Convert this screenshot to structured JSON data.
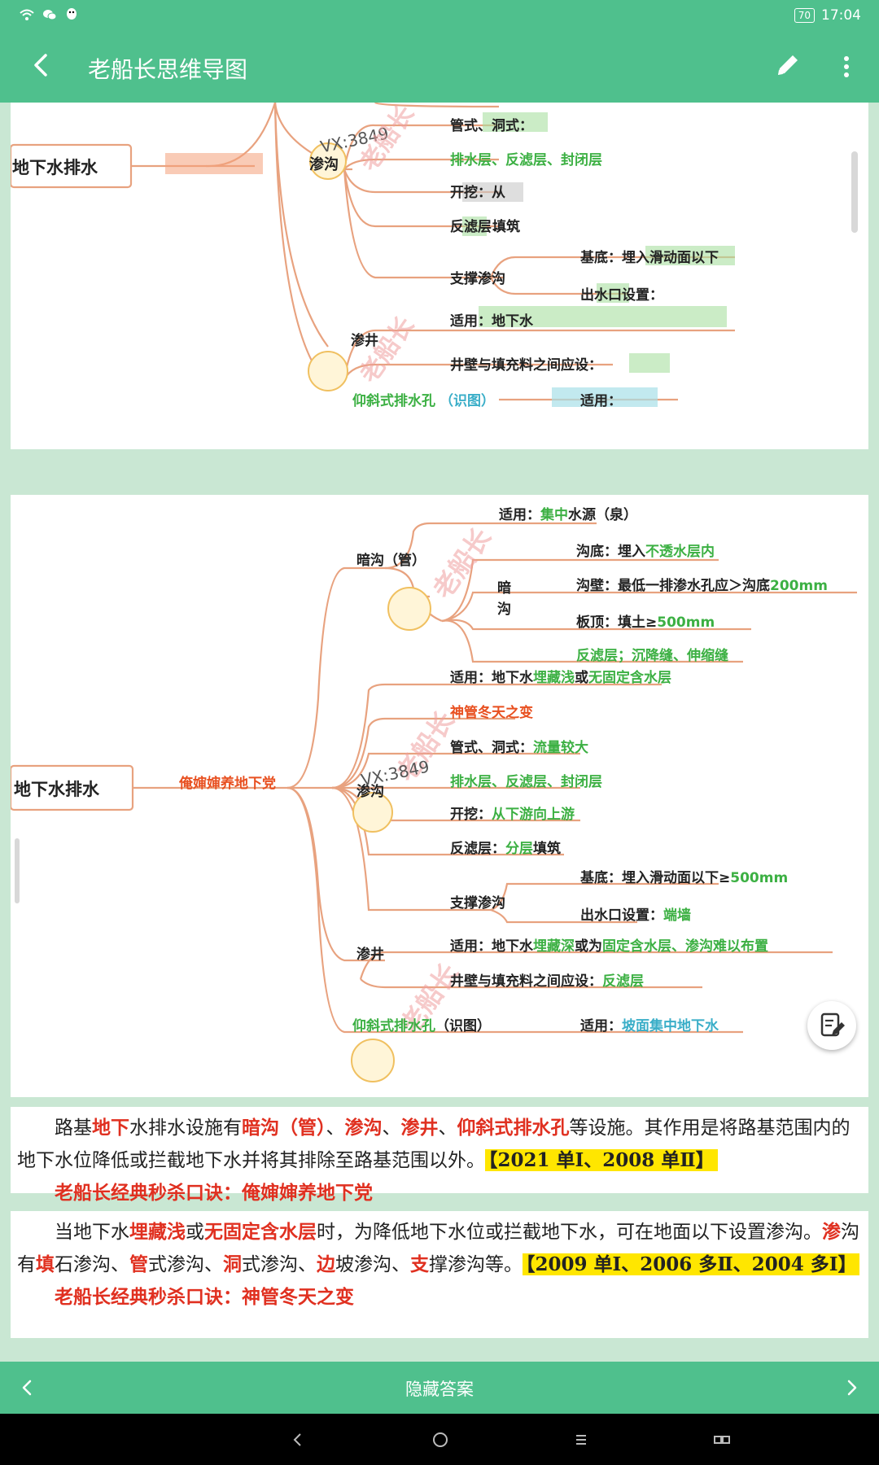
{
  "status_bar": {
    "time": "17:04",
    "battery": "70"
  },
  "app_bar": {
    "title": "老船长思维导图"
  },
  "mindmap_top": {
    "root": "地下水排水",
    "shengou": "渗沟",
    "watermark": "VX:3849",
    "brand": "老船长",
    "items": [
      "管式、洞式：",
      "排水层、反滤层、封闭层",
      "开挖：从",
      "反滤层：",
      "填筑",
      "支撑渗沟",
      "基底：埋入滑动面以下",
      "出水口设置：",
      "渗井",
      "适用：地下水",
      "井壁与填充料之间应设：",
      "仰斜式排水孔",
      "（识图）",
      "适用："
    ]
  },
  "mindmap_main": {
    "root": "地下水排水",
    "mnemonic": "俺婶婶养地下党",
    "watermark": "VX:3849",
    "brand": "老船长",
    "angou": {
      "label": "暗沟（管）",
      "apply_prefix": "适用：",
      "apply_value": "集中",
      "apply_suffix": "水源（泉）",
      "inner_label_1": "暗",
      "inner_label_2": "沟",
      "bottom_prefix": "沟底：埋入",
      "bottom_value": "不透水层内",
      "wall_prefix": "沟壁：最低一排渗水孔应＞沟底",
      "wall_value": "200mm",
      "top_prefix": "板顶：填土≥",
      "top_value": "500mm",
      "filter": "反滤层；沉降缝、伸缩缝"
    },
    "shengou": {
      "label": "渗沟",
      "apply_prefix": "适用：地下水",
      "apply_v1": "埋藏浅",
      "apply_or": "或",
      "apply_v2": "无固定含水层",
      "mnemonic2": "神管冬天之变",
      "type_prefix": "管式、洞式：",
      "type_value": "流量较大",
      "layers": "排水层、反滤层、封闭层",
      "dig_prefix": "开挖：",
      "dig_v1": "从下游",
      "dig_v2": "向上游",
      "filter_prefix": "反滤层：",
      "filter_value": "分层",
      "filter_suffix": "填筑",
      "support": "支撑渗沟",
      "base_prefix": "基底：埋入滑动面以下≥",
      "base_value": "500mm",
      "outlet_prefix": "出水口设置：",
      "outlet_value": "端墙"
    },
    "shenjing": {
      "label": "渗井",
      "apply_prefix": "适用：地下水",
      "apply_v1": "埋藏深",
      "apply_mid": "或为",
      "apply_v2": "固定含水层、渗沟难以布置",
      "wall_prefix": "井壁与填充料之间应设：",
      "wall_value": "反滤层"
    },
    "yangxie": {
      "label": "仰斜式排水孔",
      "tag": "（识图）",
      "apply_prefix": "适用：",
      "apply_value": "坡面集中地下水"
    }
  },
  "text1": {
    "s1": "路基",
    "r1": "地下",
    "s2": "水排水设施有",
    "r2": "暗沟（管）",
    "s3": "、",
    "r3": "渗沟",
    "s4": "、",
    "r4": "渗井",
    "s5": "、",
    "r5": "仰斜式排水孔",
    "s6": "等设施。其作用是将路基范围内的地下水位降低或拦截地下水并将其排除至路基范围以外。",
    "ref": "【2021 单Ⅰ、2008 单Ⅱ】",
    "mnemonic": "老船长经典秒杀口诀：俺婶婶养地下党"
  },
  "text2": {
    "s1": "当地下水",
    "r1": "埋藏浅",
    "s2": "或",
    "r2": "无固定含水层",
    "s3": "时，为降低地下水位或拦截地下水，可在地面以下设置渗沟。",
    "r3": "渗",
    "s4": "沟有",
    "r4": "填",
    "s5": "石渗沟、",
    "r5": "管",
    "s6": "式渗沟、",
    "r6": "洞",
    "s7": "式渗沟、",
    "r7": "边",
    "s8": "坡渗沟、",
    "r8": "支",
    "s9": "撑渗沟等。",
    "ref": "【2009 单Ⅰ、2006 多Ⅱ、2004 多Ⅰ】",
    "mnemonic": "老船长经典秒杀口诀：神管冬天之变"
  },
  "bottom_bar": {
    "label": "隐藏答案"
  }
}
